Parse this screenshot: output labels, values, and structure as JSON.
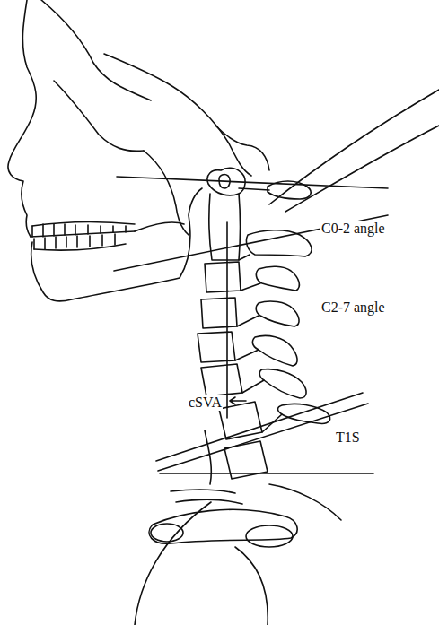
{
  "diagram": {
    "labels": [
      "C0-2 angle",
      "C2-7 angle",
      "cSVA",
      "T1S"
    ]
  }
}
